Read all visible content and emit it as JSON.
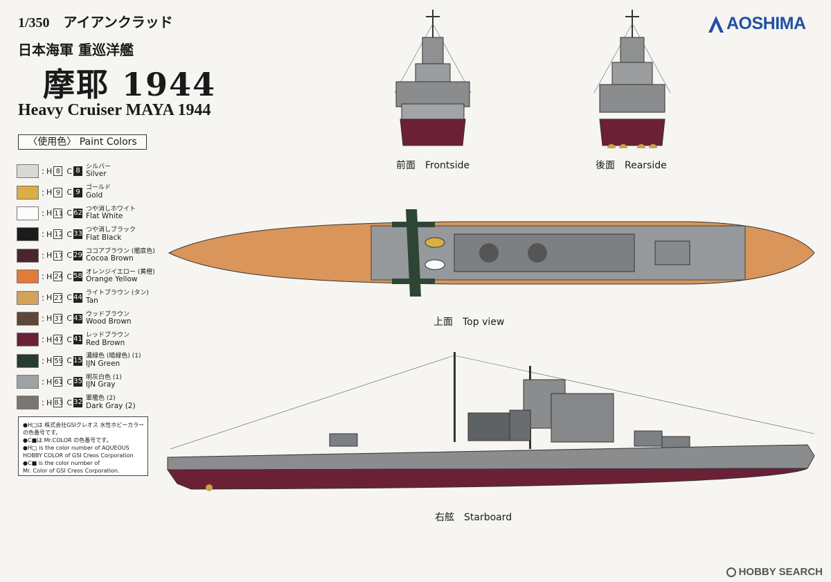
{
  "header": {
    "scale_line": "1/350　アイアンクラッド",
    "subtitle_jp": "日本海軍 重巡洋艦",
    "title_jp": "摩耶 1944",
    "title_en": "Heavy Cruiser MAYA 1944",
    "brand": "AOSHIMA"
  },
  "paint": {
    "header": "〈使用色〉 Paint Colors",
    "h_label": "H",
    "c_label": "C",
    "colon": ":",
    "items": [
      {
        "h": "8",
        "c": "8",
        "jp": "シルバー",
        "en": "Silver",
        "color": "#d8d8d6"
      },
      {
        "h": "9",
        "c": "9",
        "jp": "ゴールド",
        "en": "Gold",
        "color": "#d9ae45"
      },
      {
        "h": "11",
        "c": "62",
        "jp": "つや消しホワイト",
        "en": "Flat White",
        "color": "#fbfbfb"
      },
      {
        "h": "12",
        "c": "33",
        "jp": "つや消しブラック",
        "en": "Flat Black",
        "color": "#1c1a1a"
      },
      {
        "h": "17",
        "c": "29",
        "jp": "ココアブラウン (艦底色)",
        "en": "Cocoa Brown",
        "color": "#4a2530"
      },
      {
        "h": "24",
        "c": "58",
        "jp": "オレンジイエロー (黄橙)",
        "en": "Orange Yellow",
        "color": "#e27a3c"
      },
      {
        "h": "27",
        "c": "44",
        "jp": "ライトブラウン (タン)",
        "en": "Tan",
        "color": "#d2a35a"
      },
      {
        "h": "37",
        "c": "43",
        "jp": "ウッドブラウン",
        "en": "Wood Brown",
        "color": "#5d4738"
      },
      {
        "h": "47",
        "c": "41",
        "jp": "レッドブラウン",
        "en": "Red Brown",
        "color": "#6b2036"
      },
      {
        "h": "59",
        "c": "15",
        "jp": "濃緑色 (暗緑色) (1)",
        "en": "IJN Green",
        "color": "#273b30"
      },
      {
        "h": "61",
        "c": "35",
        "jp": "明灰白色 (1)",
        "en": "IJN Gray",
        "color": "#9ea2a3"
      },
      {
        "h": "83",
        "c": "32",
        "jp": "軍艦色 (2)",
        "en": "Dark Gray (2)",
        "color": "#7b756f"
      }
    ]
  },
  "notes": {
    "line1": "●H□は 株式会社GSIクレオス 水性ホビーカラー",
    "line2": "の色番号です。",
    "line3": "●C■は Mr.COLOR の色番号です。",
    "line4": "●H□ is the color number of AQUEOUS",
    "line5": "HOBBY COLOR of GSI Creos Corporation",
    "line6": "●C■ is the color number of",
    "line7": "Mr. Color of GSI Creos Corporation."
  },
  "views": {
    "front": "前面　Frontside",
    "rear": "後面　Rearside",
    "top": "上面　Top view",
    "starboard": "右舷　Starboard"
  },
  "watermark": "HOBBY SEARCH"
}
